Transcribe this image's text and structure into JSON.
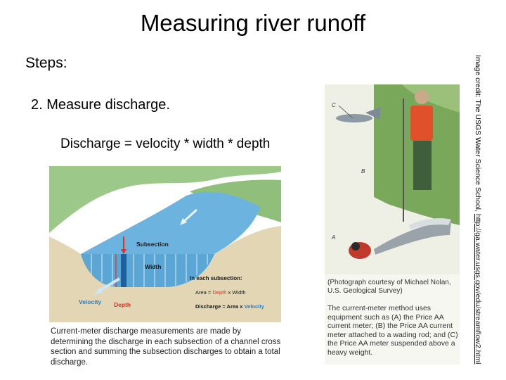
{
  "slide": {
    "title": "Measuring river runoff",
    "steps_label": "Steps:",
    "step_text": "2.  Measure discharge.",
    "formula": "Discharge = velocity * width * depth",
    "image_credit_prefix": "Image credit: The USGS Water Science School, ",
    "image_credit_link": "http://ga.water.usgs.gov/edu/streamflow2.html"
  },
  "diagram": {
    "subsection": "Subsection",
    "width": "Width",
    "velocity": "Velocity",
    "depth": "Depth",
    "each_subsection": "In each subsection:",
    "area_eq_prefix": "Area = ",
    "area_eq_depth": "Depth",
    "area_eq_suffix": " x Width",
    "discharge_eq_prefix": "Discharge = Area x ",
    "discharge_eq_velocity": "Velocity",
    "caption": "Current-meter discharge measurements are made by determining the discharge in each subsection of a channel cross section and summing the subsection discharges to obtain a total discharge.",
    "colors": {
      "water": "#5aa7d6",
      "hills": "#8fbf7a",
      "soil": "#e3d6b4",
      "red": "#d9332a",
      "blue": "#2a7fc1"
    }
  },
  "photo": {
    "label_a": "A",
    "label_b": "B",
    "label_c": "C",
    "credit": "(Photograph courtesy of Michael Nolan, U.S. Geological Survey)",
    "caption": "The current-meter method uses equipment such as (A) the Price AA current meter; (B) the Price AA current meter attached to a wading rod; and (C) the Price AA meter suspended above a heavy weight."
  }
}
